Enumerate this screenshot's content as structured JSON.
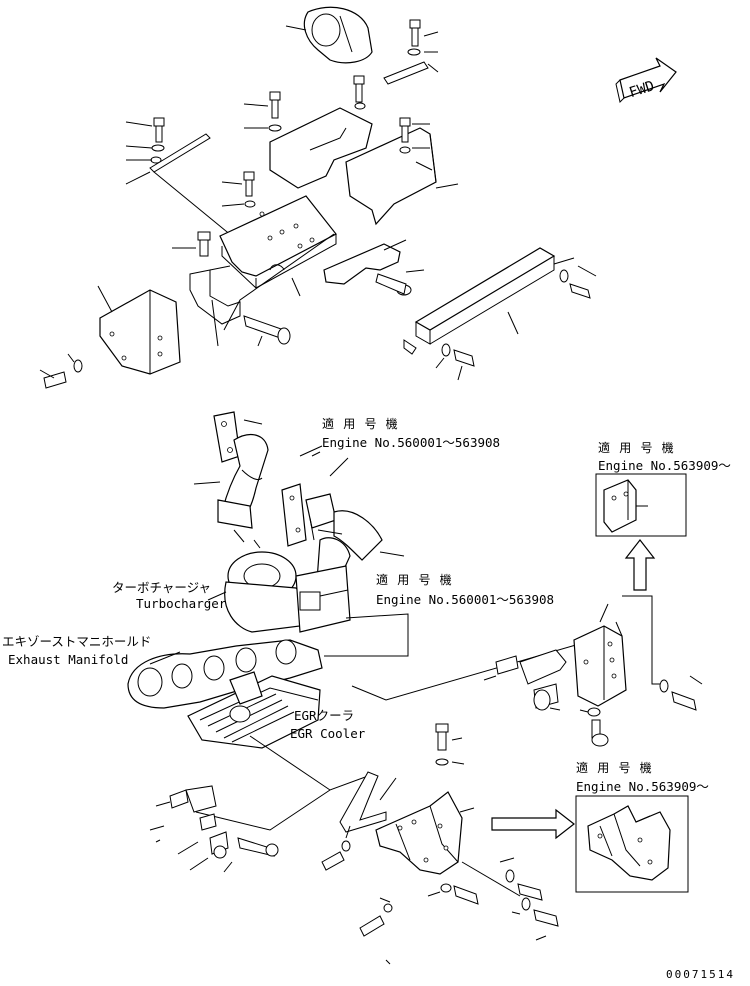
{
  "fwd_label": "FWD",
  "applicable_1": {
    "jp": "適 用 号 機",
    "en": "Engine No.560001～563908"
  },
  "applicable_2": {
    "jp": "適 用 号 機",
    "en": "Engine No.560001～563908"
  },
  "applicable_3": {
    "jp": "適 用 号 機",
    "en": "Engine No.563909～"
  },
  "applicable_4": {
    "jp": "適 用 号 機",
    "en": "Engine No.563909～"
  },
  "turbocharger": {
    "jp": "ターボチャージャ",
    "en": "Turbocharger"
  },
  "exhaust_manifold": {
    "jp": "エキゾーストマニホールド",
    "en": "Exhaust Manifold"
  },
  "egr_cooler": {
    "jp": "EGRクーラ",
    "en": "EGR Cooler"
  },
  "drawing_number": "00071514"
}
